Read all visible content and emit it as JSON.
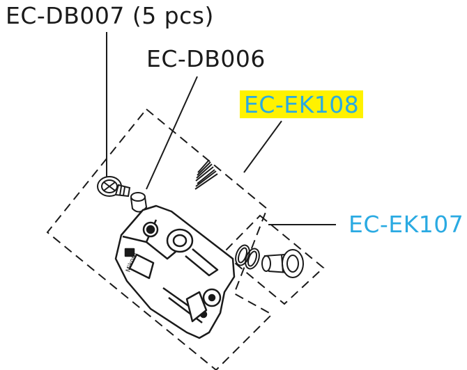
{
  "colors": {
    "ink": "#1a1a1a",
    "ek108_text": "#2aaae2",
    "ek108_highlight": "#fff200",
    "ek107_text": "#2aaae2"
  },
  "labels": {
    "db007": "EC-DB007 (5 pcs)",
    "db006": "EC-DB006",
    "ek108": "EC-EK108",
    "ek107": "EC-EK107"
  }
}
